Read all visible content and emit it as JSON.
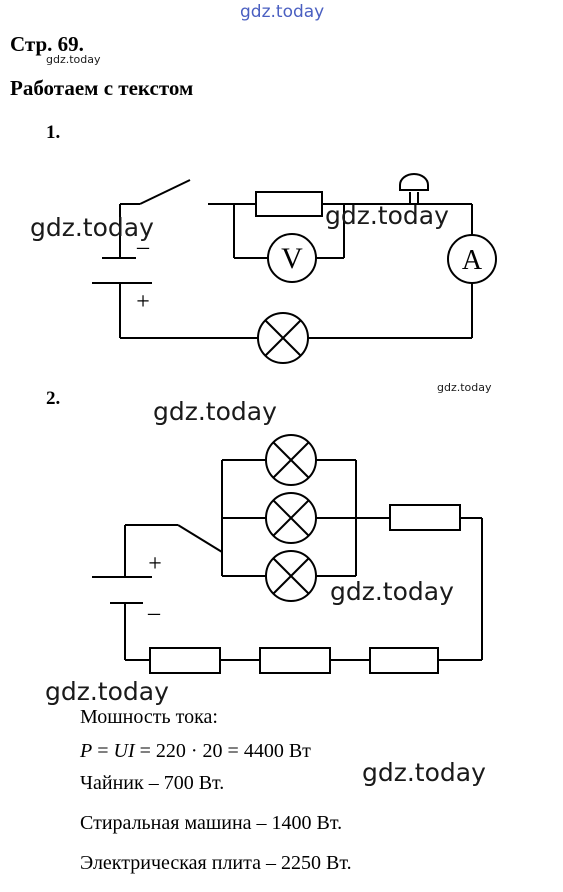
{
  "watermark": {
    "text": "gdz.today",
    "color": "#4a5fc1"
  },
  "page": {
    "title": "Стр. 69.",
    "heading": "Работаем с текстом"
  },
  "task1": {
    "number": "1.",
    "voltmeter_label": "V",
    "ammeter_label": "A",
    "minus_sign": "–",
    "plus_sign": "+"
  },
  "task2": {
    "number": "2.",
    "minus_sign": "–",
    "plus_sign": "+"
  },
  "answer": {
    "power_label": "Мошность тока:",
    "formula": {
      "P": "P",
      "eq1": " = ",
      "UI": "UI",
      "eq2": " = 220 · 20 = 4400 Вт"
    },
    "kettle": "Чайник – 700 Вт.",
    "washer": "Стиральная машина – 1400 Вт.",
    "stove": "Электрическая плита – 2250 Вт."
  }
}
